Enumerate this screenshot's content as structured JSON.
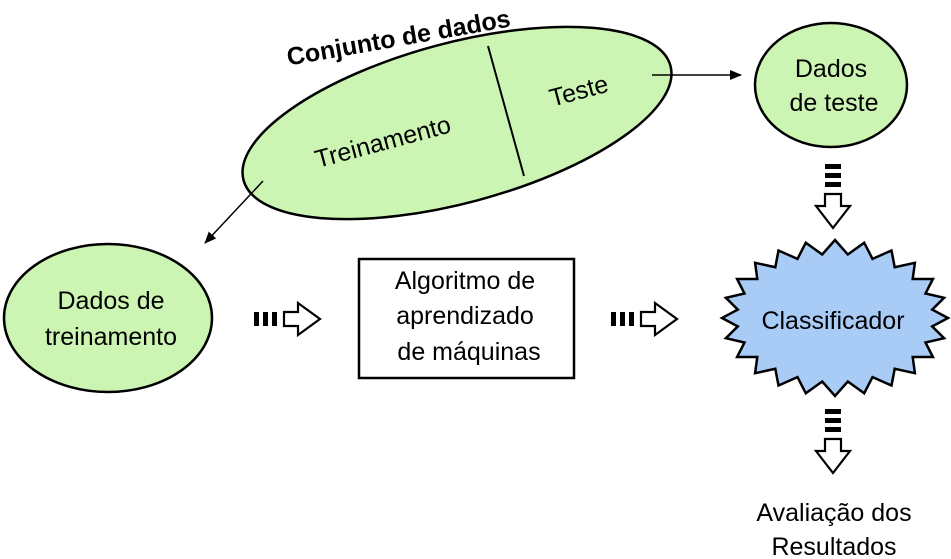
{
  "dataset": {
    "title": "Conjunto de dados",
    "training_part": "Treinamento",
    "test_part": "Teste"
  },
  "test_data": {
    "line1": "Dados",
    "line2": "de teste"
  },
  "training_data": {
    "line1": "Dados de",
    "line2": "treinamento"
  },
  "algorithm": {
    "line1": "Algoritmo de",
    "line2": "aprendizado",
    "line3": "de máquinas"
  },
  "classifier": {
    "label": "Classificador"
  },
  "evaluation": {
    "line1": "Avaliação dos",
    "line2": "Resultados"
  },
  "colors": {
    "green_fill": "#ccf5b3",
    "blue_fill": "#a9ccf7",
    "stroke": "#000000"
  }
}
